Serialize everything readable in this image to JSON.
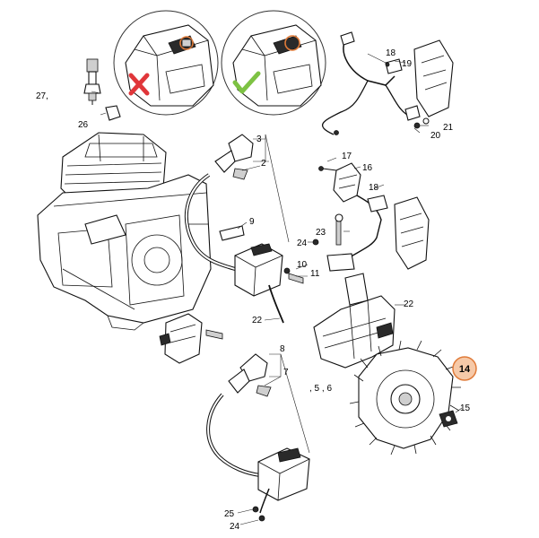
{
  "diagram": {
    "comparison": {
      "wrong_icon": "cross-mark-icon",
      "right_icon": "check-mark-icon",
      "wrong_color": "#e0363a",
      "right_color": "#7dc243",
      "ring_color": "#e07b39"
    },
    "highlight": {
      "label": "14",
      "fill": "#f6c9a8",
      "stroke": "#e07b39"
    },
    "labels": {
      "l27": "27,",
      "l26": "26",
      "l3": "3",
      "l2": "2",
      "l9": "9",
      "l22a": "22",
      "l10": "10",
      "l11": "11",
      "l24a": "24",
      "l8": "8",
      "l7": "7",
      "l56": ", 5 , 6",
      "l25": "25",
      "l24b": "24",
      "l18a": "18",
      "l19": "19",
      "l21": "21",
      "l20": "20",
      "l17": "17",
      "l16": "16",
      "l18b": "18",
      "l23": "23",
      "l22b": "22",
      "l15": "15"
    }
  }
}
